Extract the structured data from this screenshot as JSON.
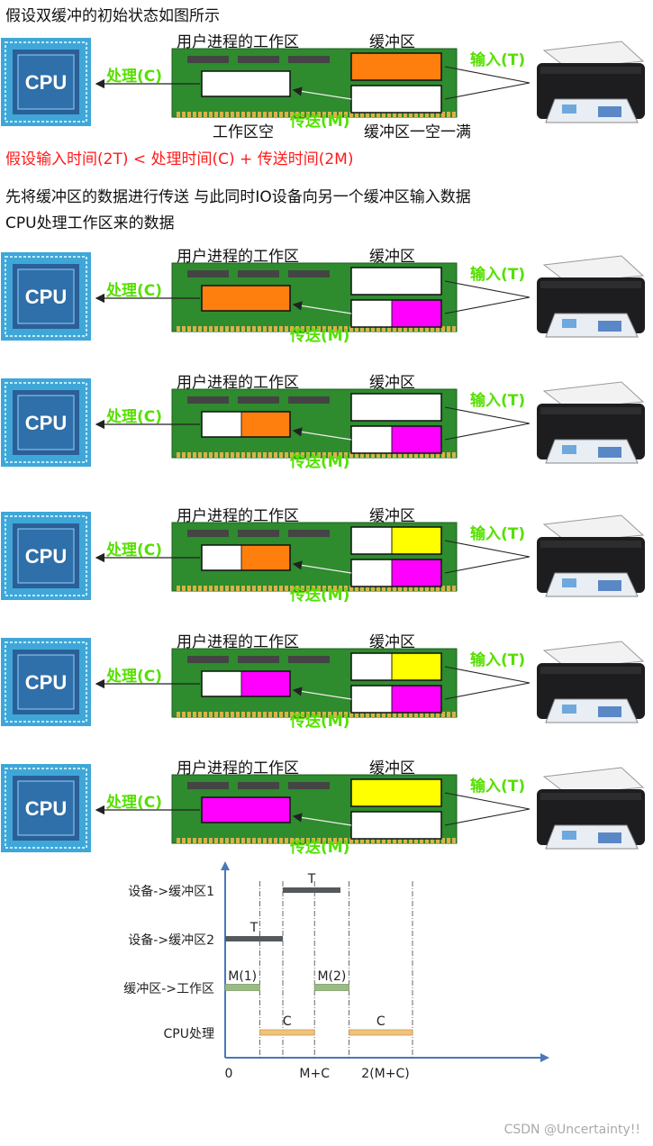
{
  "title": "假设双缓冲的初始状态如图所示",
  "assumption": "假设输入时间(2T) < 处理时间(C) + 传送时间(2M)",
  "description_line1": "先将缓冲区的数据进行传送 与此同时IO设备向另一个缓冲区输入数据",
  "description_line2": "CPU处理工作区来的数据",
  "labels": {
    "cpu": "CPU",
    "workspace": "用户进程的工作区",
    "buffer": "缓冲区",
    "process": "处理(C)",
    "input": "输入(T)",
    "transfer": "传送(M)",
    "workspace_empty": "工作区空",
    "buffer_state": "缓冲区一空一满"
  },
  "colors": {
    "orange": "#ff7f0e",
    "magenta": "#ff00ff",
    "yellow": "#ffff00",
    "label_green": "#55e000",
    "red_text": "#ff1a1a",
    "board_green": "#2e8b2e",
    "axis_blue": "#4a78b8",
    "bar_gray": "#55595e",
    "bar_green": "#9bbb84",
    "bar_orange": "#f0c27c"
  },
  "stages": [
    {
      "workspace": [
        "white"
      ],
      "buffer1": [
        "orange"
      ],
      "buffer2": [
        "white"
      ],
      "show_state_labels": true
    },
    {
      "workspace": [
        "orange"
      ],
      "buffer1": [
        "white"
      ],
      "buffer2": [
        "white",
        "magenta"
      ],
      "show_state_labels": false
    },
    {
      "workspace": [
        "white",
        "orange"
      ],
      "buffer1": [
        "white"
      ],
      "buffer2": [
        "white",
        "magenta"
      ],
      "show_state_labels": false
    },
    {
      "workspace": [
        "white",
        "orange"
      ],
      "buffer1": [
        "white",
        "yellow"
      ],
      "buffer2": [
        "white",
        "magenta"
      ],
      "show_state_labels": false
    },
    {
      "workspace": [
        "white",
        "magenta"
      ],
      "buffer1": [
        "white",
        "yellow"
      ],
      "buffer2": [
        "white",
        "magenta"
      ],
      "show_state_labels": false
    },
    {
      "workspace": [
        "magenta"
      ],
      "buffer1": [
        "yellow"
      ],
      "buffer2": [
        "white"
      ],
      "show_state_labels": false
    }
  ],
  "timeline": {
    "rows": [
      "设备->缓冲区1",
      "设备->缓冲区2",
      "缓冲区->工作区",
      "CPU处理"
    ],
    "bars": [
      {
        "row": 0,
        "start": 1,
        "end": 2,
        "label": "T"
      },
      {
        "row": 1,
        "start": 0,
        "end": 1,
        "label": "T"
      },
      {
        "row": 2,
        "start": 0,
        "end": 0.6,
        "label": "M(1)"
      },
      {
        "row": 2,
        "start": 1.55,
        "end": 2.15,
        "label": "M(2)"
      },
      {
        "row": 3,
        "start": 0.6,
        "end": 1.55,
        "label": "C"
      },
      {
        "row": 3,
        "start": 2.15,
        "end": 3.25,
        "label": "C"
      }
    ],
    "ticks": [
      "0",
      "M+C",
      "2(M+C)"
    ]
  },
  "watermark": "CSDN @Uncertainty!!"
}
